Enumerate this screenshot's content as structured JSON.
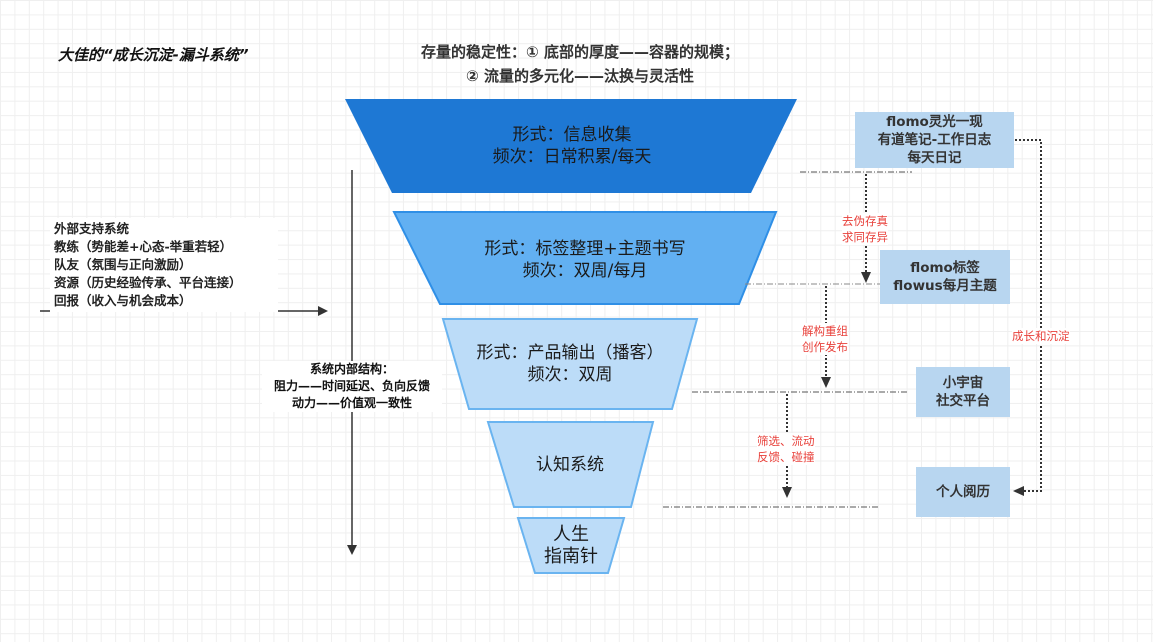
{
  "title": "大佳的“成长沉淀-漏斗系统”",
  "subtitle": {
    "line1": "存量的稳定性：① 底部的厚度——容器的规模；",
    "line2": "② 流量的多元化——汰换与灵活性"
  },
  "colors": {
    "funnel_level1": "#1e78d4",
    "funnel_level2": "#62b0f2",
    "funnel_level3": "#bcdcf8",
    "tool_box": "#b8d6f0",
    "annotation_red": "#e8413b"
  },
  "funnel": [
    {
      "line1": "形式：信息收集",
      "line2": "频次：日常积累/每天"
    },
    {
      "line1": "形式：标签整理+主题书写",
      "line2": "频次：双周/每月"
    },
    {
      "line1": "形式：产品输出（播客）",
      "line2": "频次：双周"
    },
    {
      "line1": "认知系统",
      "line2": ""
    },
    {
      "line1": "人生",
      "line2": "指南针"
    }
  ],
  "external_support": {
    "heading": "外部支持系统",
    "items": [
      "教练（势能差+心态-举重若轻）",
      "队友（氛围与正向激励）",
      "资源（历史经验传承、平台连接）",
      "回报（收入与机会成本）"
    ]
  },
  "internal_structure": {
    "heading": "系统内部结构：",
    "items": [
      "阻力——时间延迟、负向反馈",
      "动力——价值观一致性"
    ]
  },
  "tools": [
    {
      "lines": [
        "flomo灵光一现",
        "有道笔记-工作日志",
        "每天日记"
      ]
    },
    {
      "lines": [
        "flomo标签",
        "flowus每月主题"
      ]
    },
    {
      "lines": [
        "小宇宙",
        "社交平台"
      ]
    },
    {
      "lines": [
        "个人阅历"
      ]
    }
  ],
  "flow_labels": [
    {
      "line1": "去伪存真",
      "line2": "求同存异"
    },
    {
      "line1": "解构重组",
      "line2": "创作发布"
    },
    {
      "line1": "筛选、流动",
      "line2": "反馈、碰撞"
    }
  ],
  "growth_label": "成长和沉淀"
}
